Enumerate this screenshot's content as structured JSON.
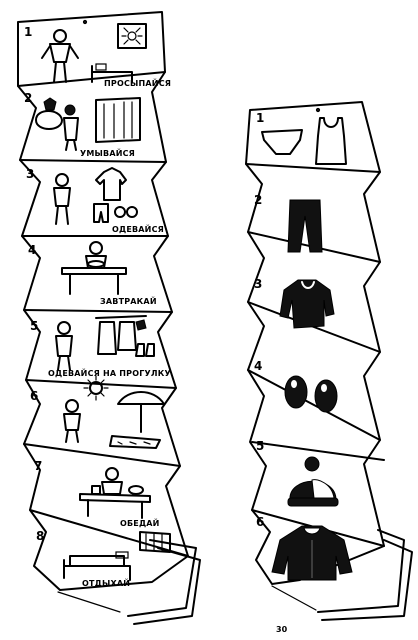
{
  "left_strip": {
    "panels": [
      {
        "number": "1",
        "caption": "ПРОСЫПАЙСЯ"
      },
      {
        "number": "2",
        "caption": "УМЫВАЙСЯ"
      },
      {
        "number": "3",
        "caption": "ОДЕВАЙСЯ"
      },
      {
        "number": "4",
        "caption": "ЗАВТРАКАЙ"
      },
      {
        "number": "5",
        "caption": "ОДЕВАЙСЯ НА ПРОГУЛКУ"
      },
      {
        "number": "6",
        "caption": ""
      },
      {
        "number": "7",
        "caption": "ОБЕДАЙ"
      },
      {
        "number": "8",
        "caption": "ОТДЫХАЙ"
      }
    ]
  },
  "right_strip": {
    "panels": [
      {
        "number": "1",
        "item_icon": "underwear-icon"
      },
      {
        "number": "2",
        "item_icon": "pants-icon"
      },
      {
        "number": "3",
        "item_icon": "sweater-icon"
      },
      {
        "number": "4",
        "item_icon": "boots-icon"
      },
      {
        "number": "5",
        "item_icon": "hat-icon"
      },
      {
        "number": "6",
        "item_icon": "coat-icon"
      }
    ]
  },
  "page_number": "30"
}
